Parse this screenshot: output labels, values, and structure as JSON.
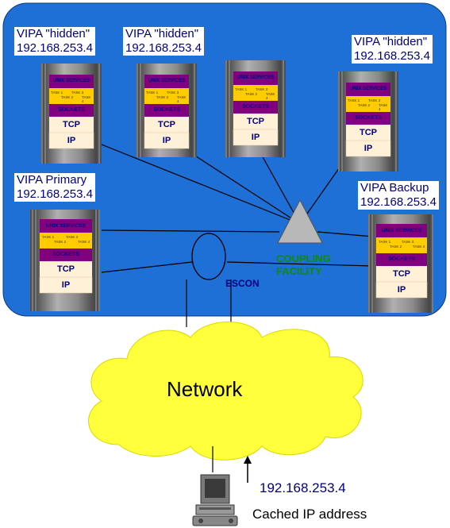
{
  "colors": {
    "sysplex_bg": "#1e6fd6",
    "cloud": "#ffff3c",
    "unix_band": "#800080",
    "task_band": "#ffcc00",
    "protocol_band": "#fff0d8",
    "protocol_text": "#000080",
    "coupling_text": "#108a10"
  },
  "hosts": [
    {
      "vipa_line1": "VIPA \"hidden\"",
      "vipa_line2": "192.168.253.4",
      "unix": "UNIX SERVICES",
      "sockets": "SOCKETS",
      "tcp": "TCP",
      "ip": "IP"
    },
    {
      "vipa_line1": "VIPA \"hidden\"",
      "vipa_line2": "192.168.253.4",
      "unix": "UNIX SERVICES",
      "sockets": "SOCKETS",
      "tcp": "TCP",
      "ip": "IP"
    },
    {
      "vipa_line1": "",
      "vipa_line2": "",
      "unix": "UNIX SERVICES",
      "sockets": "SOCKETS",
      "tcp": "TCP",
      "ip": "IP"
    },
    {
      "vipa_line1": "VIPA \"hidden\"",
      "vipa_line2": "192.168.253.4",
      "unix": "UNIX SERVICES",
      "sockets": "SOCKETS",
      "tcp": "TCP",
      "ip": "IP"
    },
    {
      "vipa_line1": "VIPA Primary",
      "vipa_line2": "192.168.253.4",
      "unix": "UNIX SERVICES",
      "sockets": "SOCKETS",
      "tcp": "TCP",
      "ip": "IP"
    },
    {
      "vipa_line1": "VIPA Backup",
      "vipa_line2": "192.168.253.4",
      "unix": "UNIX SERVICES",
      "sockets": "SOCKETS",
      "tcp": "TCP",
      "ip": "IP"
    }
  ],
  "tasks": {
    "t1": "TASK 1",
    "t2": "TASK 2",
    "t3": "TASK 3",
    "t4": "TASK 4"
  },
  "coupling": {
    "line1": "COUPLING",
    "line2": "FACILITY"
  },
  "escon": "ESCON",
  "network": "Network",
  "client": {
    "ip": "192.168.253.4",
    "caption": "Cached IP address"
  }
}
